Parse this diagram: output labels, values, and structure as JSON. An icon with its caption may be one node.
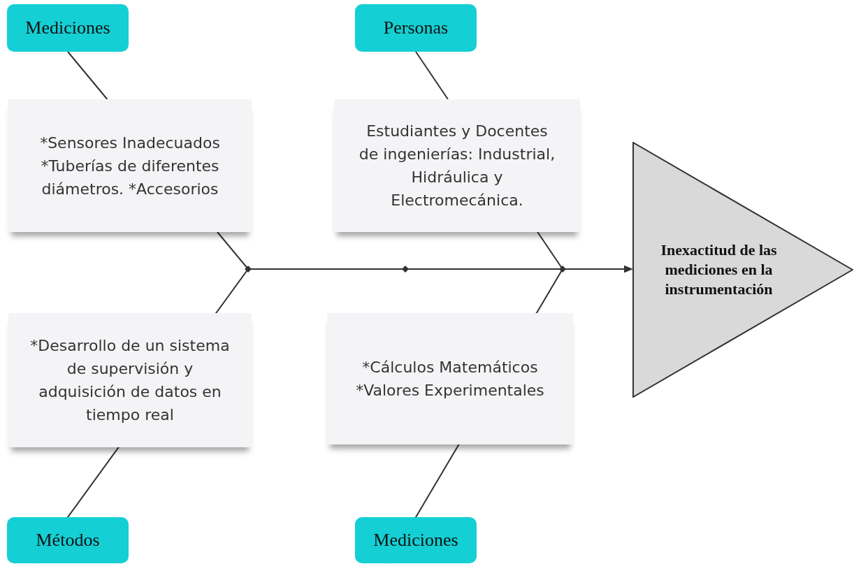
{
  "diagram": {
    "nodes": [
      {
        "text": [
          "Mediciones"
        ]
      },
      {
        "text": [
          "Personas"
        ]
      },
      {
        "text": [
          "*Sensores Inadecuados *Tuberías de diferentes diámetros. *Accesorios"
        ]
      },
      {
        "text": [
          "Estudiantes y Docentes de ingenierías: Industrial, Hidráulica y Electromecánica."
        ]
      },
      {
        "text": [
          "Inexactitud de las mediciones en la instrumentación"
        ]
      },
      {
        "text": [
          "*Desarrollo de un sistema de supervisión y adquisición de datos en tiempo real"
        ]
      },
      {
        "text": [
          "*Cálculos Matemáticos *Valores Experimentales"
        ]
      },
      {
        "text": [
          "Métodos"
        ]
      },
      {
        "text": [
          "Mediciones"
        ]
      }
    ],
    "edges": [
      {
        "from": 0,
        "to": 2,
        "arrow": "none"
      },
      {
        "from": 2,
        "to": 4,
        "arrow": "to"
      },
      {
        "from": 1,
        "to": 3,
        "arrow": "none"
      },
      {
        "from": 3,
        "to": 4,
        "arrow": "to"
      },
      {
        "from": 7,
        "to": 5,
        "arrow": "none"
      },
      {
        "from": 5,
        "to": 4,
        "arrow": "to"
      },
      {
        "from": 8,
        "to": 6,
        "arrow": "none"
      },
      {
        "from": 6,
        "to": 4,
        "arrow": "to"
      }
    ]
  }
}
